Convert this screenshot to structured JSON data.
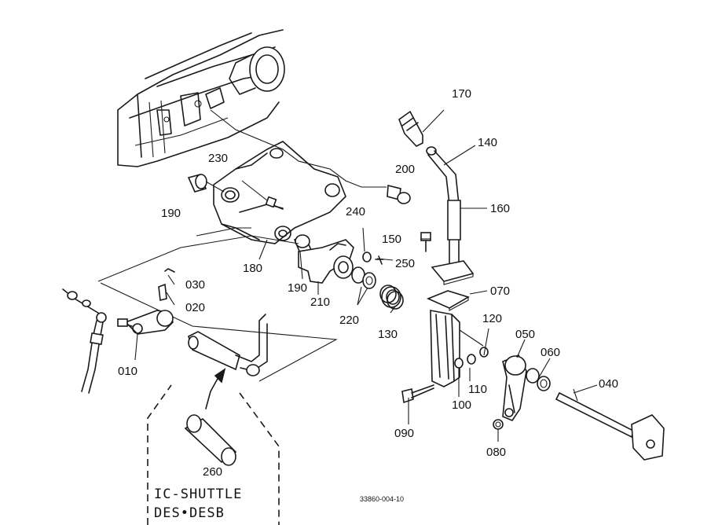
{
  "diagram": {
    "figure_code": "33860-004-10",
    "inset_caption": [
      "IC-SHUTTLE",
      "DES•DESB"
    ],
    "parts": [
      {
        "id": "p170",
        "label": "170"
      },
      {
        "id": "p140",
        "label": "140"
      },
      {
        "id": "p160",
        "label": "160"
      },
      {
        "id": "p200",
        "label": "200"
      },
      {
        "id": "p230",
        "label": "230"
      },
      {
        "id": "p190a",
        "label": "190"
      },
      {
        "id": "p240",
        "label": "240"
      },
      {
        "id": "p150",
        "label": "150"
      },
      {
        "id": "p250",
        "label": "250"
      },
      {
        "id": "p180",
        "label": "180"
      },
      {
        "id": "p190b",
        "label": "190"
      },
      {
        "id": "p210",
        "label": "210"
      },
      {
        "id": "p030",
        "label": "030"
      },
      {
        "id": "p020",
        "label": "020"
      },
      {
        "id": "p220",
        "label": "220"
      },
      {
        "id": "p130",
        "label": "130"
      },
      {
        "id": "p070",
        "label": "070"
      },
      {
        "id": "p120",
        "label": "120"
      },
      {
        "id": "p050",
        "label": "050"
      },
      {
        "id": "p060",
        "label": "060"
      },
      {
        "id": "p010",
        "label": "010"
      },
      {
        "id": "p110",
        "label": "110"
      },
      {
        "id": "p100",
        "label": "100"
      },
      {
        "id": "p040",
        "label": "040"
      },
      {
        "id": "p090",
        "label": "090"
      },
      {
        "id": "p080",
        "label": "080"
      },
      {
        "id": "p260",
        "label": "260"
      }
    ]
  }
}
